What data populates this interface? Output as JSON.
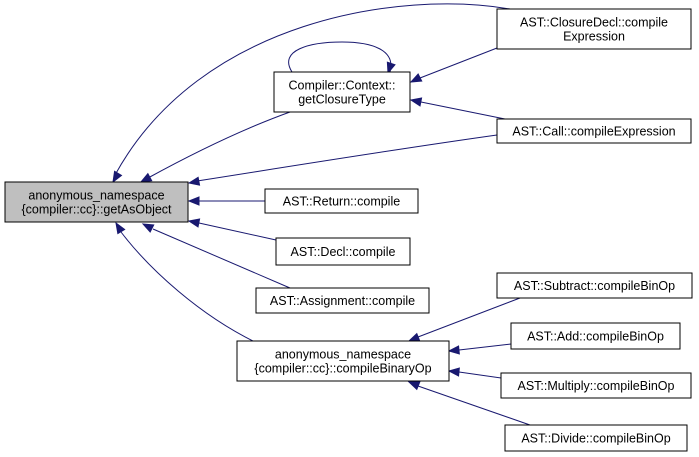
{
  "colors": {
    "edge": "#191970",
    "focus_fill": "#bfbfbf",
    "node_fill": "#ffffff",
    "border": "#000000"
  },
  "nodes": {
    "getasobject": {
      "lines": [
        "anonymous_namespace",
        "{compiler::cc}::getAsObject"
      ],
      "focus": true
    },
    "closuredecl": {
      "lines": [
        "AST::ClosureDecl::compile",
        "Expression"
      ]
    },
    "getclosuretype": {
      "lines": [
        "Compiler::Context::",
        "getClosureType"
      ]
    },
    "call": {
      "lines": [
        "AST::Call::compileExpression"
      ]
    },
    "return": {
      "lines": [
        "AST::Return::compile"
      ]
    },
    "decl": {
      "lines": [
        "AST::Decl::compile"
      ]
    },
    "assignment": {
      "lines": [
        "AST::Assignment::compile"
      ]
    },
    "compilebinaryop": {
      "lines": [
        "anonymous_namespace",
        "{compiler::cc}::compileBinaryOp"
      ]
    },
    "subtract": {
      "lines": [
        "AST::Subtract::compileBinOp"
      ]
    },
    "add": {
      "lines": [
        "AST::Add::compileBinOp"
      ]
    },
    "multiply": {
      "lines": [
        "AST::Multiply::compileBinOp"
      ]
    },
    "divide": {
      "lines": [
        "AST::Divide::compileBinOp"
      ]
    }
  },
  "edges": [
    {
      "from": "closuredecl",
      "to": "getasobject"
    },
    {
      "from": "getclosuretype",
      "to": "getasobject"
    },
    {
      "from": "call",
      "to": "getasobject"
    },
    {
      "from": "return",
      "to": "getasobject"
    },
    {
      "from": "decl",
      "to": "getasobject"
    },
    {
      "from": "assignment",
      "to": "getasobject"
    },
    {
      "from": "compilebinaryop",
      "to": "getasobject"
    },
    {
      "from": "getclosuretype",
      "to": "getclosuretype"
    },
    {
      "from": "closuredecl",
      "to": "getclosuretype"
    },
    {
      "from": "call",
      "to": "getclosuretype"
    },
    {
      "from": "subtract",
      "to": "compilebinaryop"
    },
    {
      "from": "add",
      "to": "compilebinaryop"
    },
    {
      "from": "multiply",
      "to": "compilebinaryop"
    },
    {
      "from": "divide",
      "to": "compilebinaryop"
    }
  ]
}
